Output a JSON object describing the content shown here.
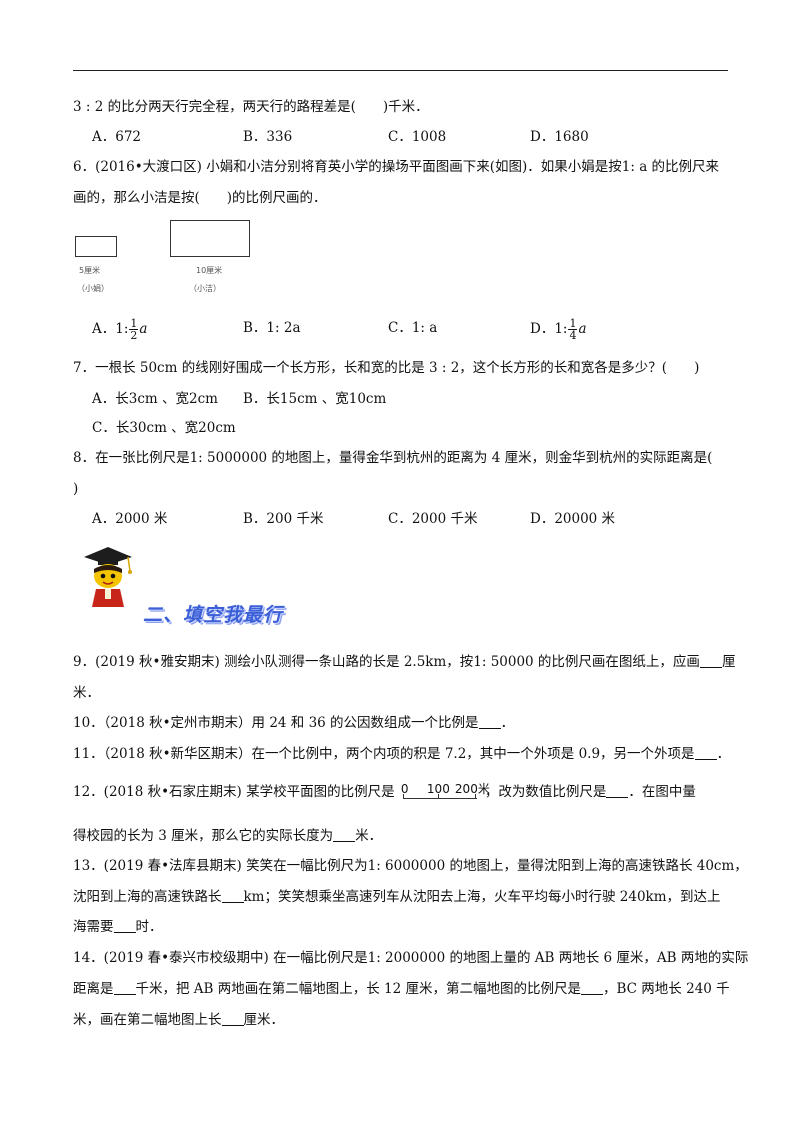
{
  "q5": {
    "text": "3 : 2 的比分两天行完全程，两天行的路程差是(　　)千米．",
    "options": [
      "A．672",
      "B．336",
      "C．1008",
      "D．1680"
    ]
  },
  "q6": {
    "line1": "6．(2016•大渡口区) 小娟和小洁分别将育英小学的操场平面图画下来(如图)．如果小娟是按1: a 的比例尺来",
    "line2": "画的，那么小洁是按(　　)的比例尺画的．",
    "fig": {
      "cap1_len": "5厘米",
      "cap1_name": "（小娟）",
      "cap2_len": "10厘米",
      "cap2_name": "（小洁）"
    },
    "optA_prefix": "A．1:",
    "optA_num": "1",
    "optA_den": "2",
    "optA_suffix": "a",
    "optB": "B．1: 2a",
    "optC": "C．1: a",
    "optD_prefix": "D．1:",
    "optD_num": "1",
    "optD_den": "4",
    "optD_suffix": "a"
  },
  "q7": {
    "text": "7．一根长 50cm 的线刚好围成一个长方形，长和宽的比是 3 : 2，这个长方形的长和宽各是多少？(　　)",
    "optA": "A．长3cm 、宽2cm",
    "optB": "B．长15cm 、宽10cm",
    "optC": "C．长30cm 、宽20cm"
  },
  "q8": {
    "line1": "8．在一张比例尺是1: 5000000 的地图上，量得金华到杭州的距离为 4 厘米，则金华到杭州的实际距离是(",
    "line2": ")",
    "options": [
      "A．2000 米",
      "B．200 千米",
      "C．2000 千米",
      "D．20000 米"
    ]
  },
  "section": {
    "title": "二、填空我最行"
  },
  "q9": {
    "line1_a": "9．(2019 秋•雅安期末) 测绘小队测得一条山路的长是 2.5km，按1: 50000 的比例尺画在图纸上，应画",
    "line1_b": "厘",
    "line2": "米．"
  },
  "q10": {
    "text_a": "10．（2018 秋•定州市期末）用 24 和 36 的公因数组成一个比例是",
    "text_b": "．"
  },
  "q11": {
    "text_a": "11．（2018 秋•新华区期末）在一个比例中，两个内项的积是 7.2，其中一个外项是 0.9，另一个外项是",
    "text_b": "．"
  },
  "q12": {
    "line1_a": "12．(2018 秋•石家庄期末) 某学校平面图的比例尺是",
    "scale_0": "0",
    "scale_100": "100",
    "scale_200": "200米",
    "line1_b": "，改为数值比例尺是",
    "line1_c": "．在图中量",
    "line2_a": "得校园的长为 3 厘米，那么它的实际长度为",
    "line2_b": "米．"
  },
  "q13": {
    "line1": "13．(2019 春•法库县期末) 笑笑在一幅比例尺为1: 6000000 的地图上，量得沈阳到上海的高速铁路长 40cm，",
    "line2_a": "沈阳到上海的高速铁路长",
    "line2_b": "km；笑笑想乘坐高速列车从沈阳去上海，火车平均每小时行驶 240km，到达上",
    "line3_a": "海需要",
    "line3_b": "时．"
  },
  "q14": {
    "line1": "14．(2019 春•泰兴市校级期中) 在一幅比例尺是1: 2000000 的地图上量的 AB 两地长 6 厘米，AB 两地的实际",
    "line2_a": "距离是",
    "line2_b": "千米，把 AB 两地画在第二幅地图上，长 12 厘米，第二幅地图的比例尺是",
    "line2_c": "，BC 两地长 240 千",
    "line3_a": "米，画在第二幅地图上长",
    "line3_b": "厘米．"
  }
}
